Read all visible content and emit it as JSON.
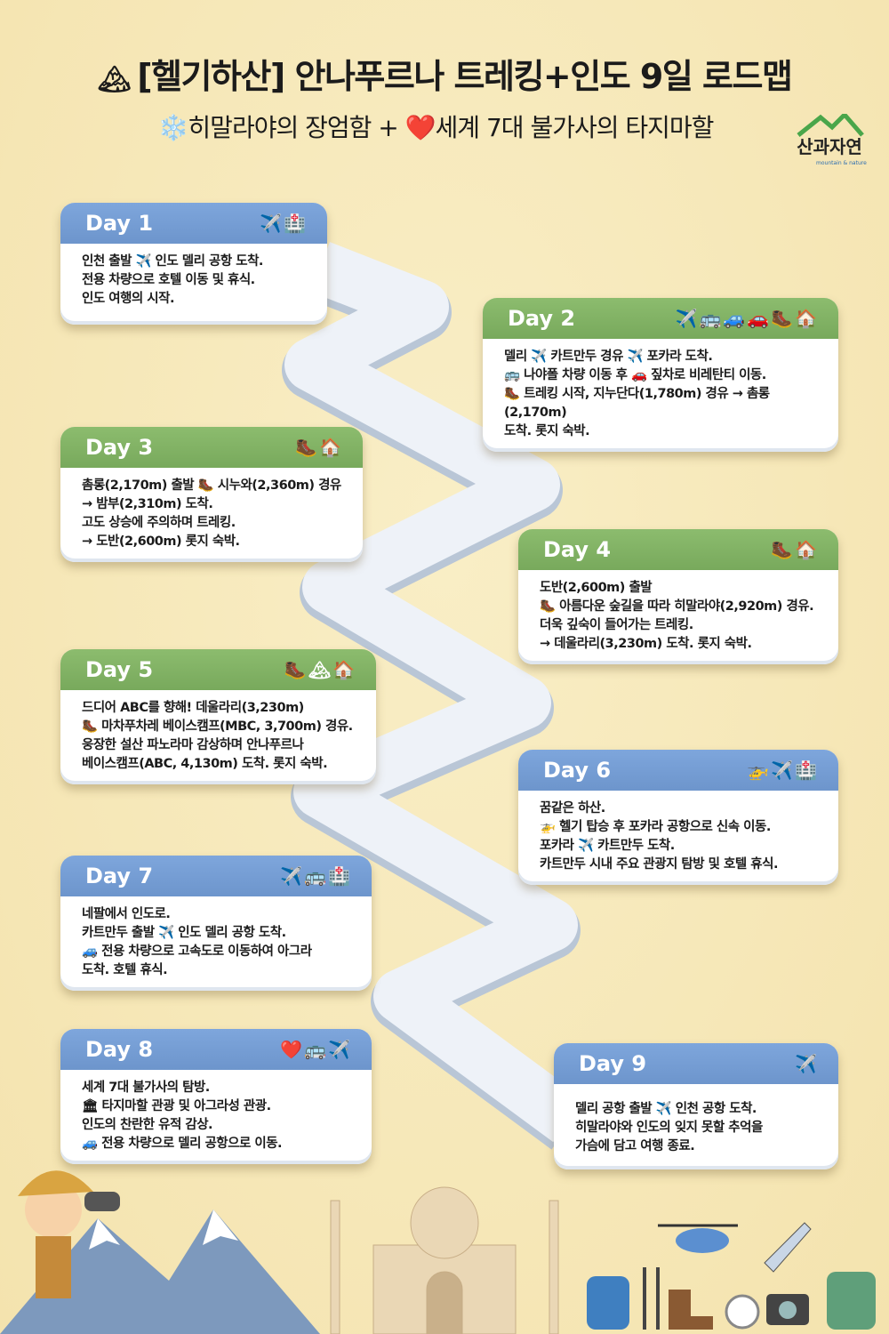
{
  "header": {
    "title_icon": "🏔",
    "title": "[헬기하산] 안나푸르나 트레킹+인도 9일 로드맵",
    "subtitle_icon1": "❄️",
    "subtitle_part1": "히말라야의 장엄함 + ",
    "subtitle_icon2": "❤️",
    "subtitle_part2": "세계 7대 불가사의 타지마할"
  },
  "logo": {
    "name": "산과자연",
    "tagline": "mountain & nature"
  },
  "colors": {
    "blue": "#6f97cf",
    "green": "#7cac60",
    "background": "#f6e8b8"
  },
  "days": [
    {
      "label": "Day 1",
      "icons": "✈️🏥",
      "lines": [
        "인천 출발 ✈️ 인도 델리 공항 도착.",
        "전용 차량으로 호텔 이동 및 휴식.",
        "인도 여행의 시작."
      ]
    },
    {
      "label": "Day 2",
      "icons": "✈️🚌🚙🚗🥾🏠",
      "lines": [
        "델리 ✈️ 카트만두 경유 ✈️ 포카라 도착.",
        "🚌 나야폴 차량 이동 후 🚗 짚차로 비레탄티 이동.",
        "🥾 트레킹 시작, 지누단다(1,780m) 경유 → 촘롱(2,170m)",
        "도착. 롯지 숙박."
      ]
    },
    {
      "label": "Day 3",
      "icons": "🥾🏠",
      "lines": [
        "촘롱(2,170m) 출발 🥾 시누와(2,360m) 경유",
        "→ 밤부(2,310m) 도착.",
        "고도 상승에 주의하며 트레킹.",
        "→ 도반(2,600m) 롯지 숙박."
      ]
    },
    {
      "label": "Day 4",
      "icons": "🥾🏠",
      "lines": [
        "도반(2,600m) 출발",
        "🥾 아름다운 숲길을 따라 히말라야(2,920m) 경유.",
        "더욱 깊숙이 들어가는 트레킹.",
        "→ 데울라리(3,230m) 도착. 롯지 숙박."
      ]
    },
    {
      "label": "Day 5",
      "icons": "🥾🏔🏠",
      "lines": [
        "드디어 ABC를 향해! 데울라리(3,230m)",
        "🥾 마차푸차레 베이스캠프(MBC, 3,700m) 경유.",
        "웅장한 설산 파노라마 감상하며 안나푸르나",
        "베이스캠프(ABC, 4,130m) 도착. 롯지 숙박."
      ]
    },
    {
      "label": "Day 6",
      "icons": "🚁✈️🏥",
      "lines": [
        "꿈같은 하산.",
        "🚁 헬기 탑승 후 포카라 공항으로 신속 이동.",
        "포카라 ✈️ 카트만두 도착.",
        "카트만두 시내 주요 관광지 탐방 및 호텔 휴식."
      ]
    },
    {
      "label": "Day 7",
      "icons": "✈️🚌🏥",
      "lines": [
        "네팔에서 인도로.",
        "카트만두 출발 ✈️ 인도 델리 공항 도착.",
        "🚙 전용 차량으로 고속도로 이동하여 아그라",
        "도착. 호텔 휴식."
      ]
    },
    {
      "label": "Day 8",
      "icons": "❤️🚌✈️",
      "lines": [
        "세계 7대 불가사의 탐방.",
        "🏛 타지마할 관광 및 아그라성 관광.",
        "인도의 찬란한 유적 감상.",
        "🚙 전용 차량으로 델리 공항으로 이동."
      ]
    },
    {
      "label": "Day 9",
      "icons": "✈️",
      "lines": [
        "델리 공항 출발 ✈️ 인천 공항 도착.",
        "히말라야와 인도의 잊지 못할 추억을",
        "가슴에 담고 여행 종료."
      ]
    }
  ]
}
